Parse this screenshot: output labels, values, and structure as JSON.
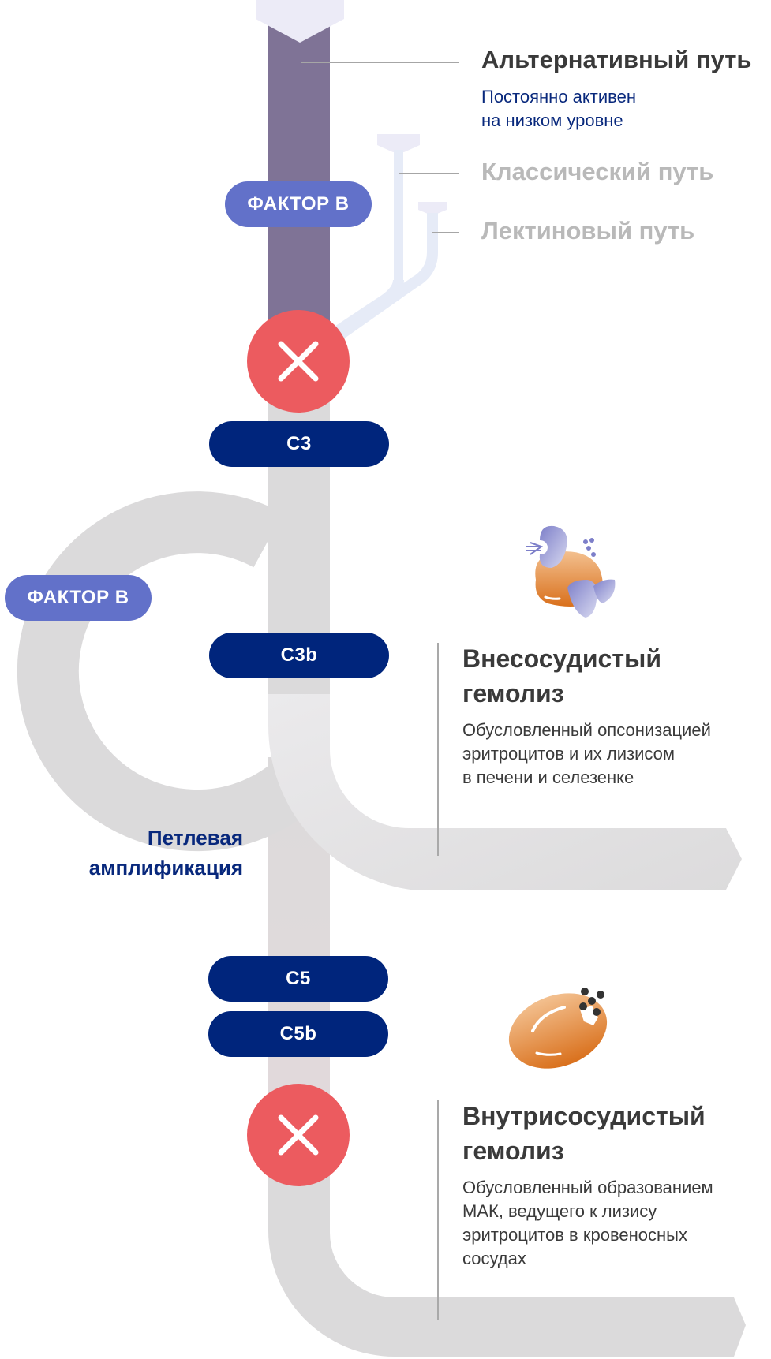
{
  "pathways": {
    "alternative": {
      "title": "Альтернативный путь",
      "subtitle_line1": "Постоянно активен",
      "subtitle_line2": "на низком уровне"
    },
    "classical": {
      "title": "Классический путь"
    },
    "lectin": {
      "title": "Лектиновый путь"
    }
  },
  "factors": {
    "factor_b_top": "ФАКТОР B",
    "factor_b_loop": "ФАКТОР B"
  },
  "components": {
    "c3": "C3",
    "c3b": "C3b",
    "c5": "C5",
    "c5b": "C5b"
  },
  "loop_label": {
    "line1": "Петлевая",
    "line2": "амплификация"
  },
  "outcomes": [
    {
      "title_line1": "Внесосудистый",
      "title_line2": "гемолиз",
      "desc_line1": "Обусловленный опсонизацией",
      "desc_line2": "эритроцитов и их лизисом",
      "desc_line3": "в печени и селезенке",
      "icon": "organs-kidney-liver-spleen-icon"
    },
    {
      "title_line1": "Внутрисосудистый",
      "title_line2": "гемолиз",
      "desc_line1": "Обусловленный образованием",
      "desc_line2": "МАК, ведущего к лизису",
      "desc_line3": "эритроцитов в кровеносных",
      "desc_line4": "сосудах",
      "icon": "lysed-erythrocyte-icon"
    }
  ],
  "blocks": [
    {
      "icon": "blocked-x-icon",
      "meaning": "inhibition"
    },
    {
      "icon": "blocked-x-icon",
      "meaning": "inhibition"
    }
  ],
  "colors": {
    "alt_pathway": "#7f7396",
    "pipe_grey": "#dbdadb",
    "branch_light": "#e6ebf7",
    "navy": "#00257c",
    "factor_b": "#6271c9",
    "block_red": "#ec5b5f",
    "erythrocyte_orange": "#e08a3a"
  }
}
